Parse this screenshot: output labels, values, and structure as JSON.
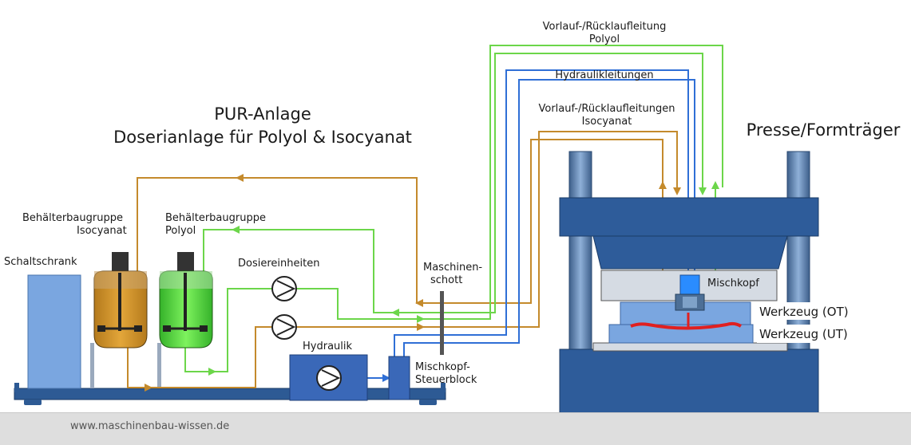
{
  "title": {
    "line1": "PUR-Anlage",
    "line2": "Doserianlage für Polyol & Isocyanat"
  },
  "press_title": "Presse/Formträger",
  "labels": {
    "schaltschrank": "Schaltschrank",
    "behaelter_iso_1": "Behälterbaugruppe",
    "behaelter_iso_2": "Isocyanat",
    "behaelter_pol_1": "Behälterbaugruppe",
    "behaelter_pol_2": "Polyol",
    "dosiereinheiten": "Dosiereinheiten",
    "hydraulik": "Hydraulik",
    "maschinenschott_1": "Maschinen-",
    "maschinenschott_2": "schott",
    "steuerblock_1": "Mischkopf-",
    "steuerblock_2": "Steuerblock",
    "mischkopf": "Mischkopf",
    "werkzeug_ot": "Werkzeug (OT)",
    "werkzeug_ut": "Werkzeug (UT)",
    "leitung_polyol_1": "Vorlauf-/Rücklaufleitung",
    "leitung_polyol_2": "Polyol",
    "hydraulikleitungen": "Hydraulikleitungen",
    "leitung_iso_1": "Vorlauf-/Rücklaufleitungen",
    "leitung_iso_2": "Isocyanat"
  },
  "footer": "www.maschinenbau-wissen.de",
  "colors": {
    "isocyanat": "#c48a2c",
    "polyol": "#6cd64a",
    "hydraulik": "#2f6fd6",
    "press": "#2e5c9a",
    "cabinet": "#7aa6e0",
    "frame": "#2d5a94"
  }
}
